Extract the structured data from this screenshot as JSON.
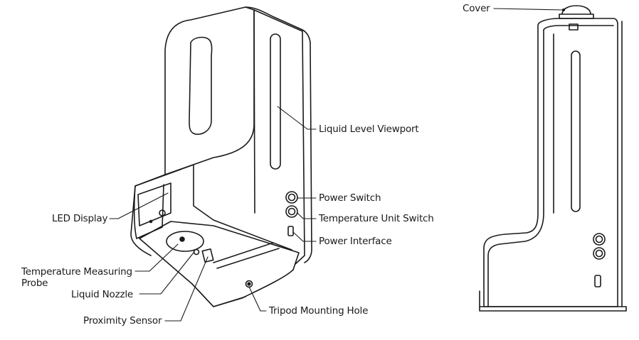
{
  "diagram": {
    "labels": {
      "cover": "Cover",
      "liquid_level_viewport": "Liquid Level Viewport",
      "power_switch": "Power Switch",
      "temperature_unit_switch": "Temperature Unit Switch",
      "power_interface": "Power Interface",
      "led_display": "LED Display",
      "temperature_probe_line1": "Temperature Measuring",
      "temperature_probe_line2": "Probe",
      "liquid_nozzle": "Liquid Nozzle",
      "proximity_sensor": "Proximity Sensor",
      "tripod_mounting_hole": "Tripod Mounting Hole"
    },
    "colors": {
      "line": "#1a1a1a",
      "background": "#ffffff"
    }
  }
}
